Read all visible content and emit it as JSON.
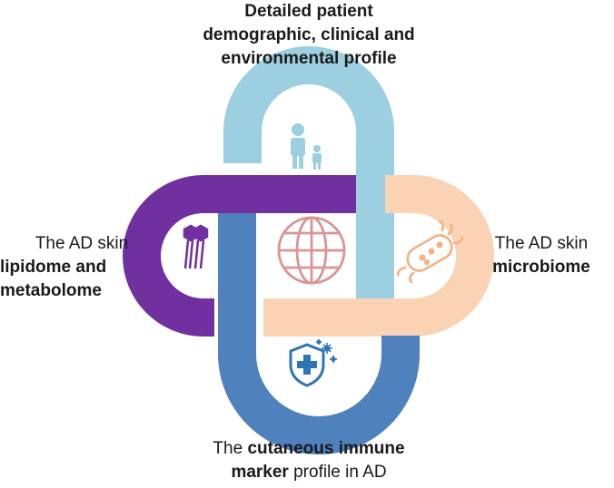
{
  "diagram": {
    "top": {
      "lines": [
        "Detailed patient",
        "demographic, clinical and",
        "environmental profile"
      ]
    },
    "left": {
      "line1": "The AD skin",
      "line2": "lipidome and",
      "line3": "metabolome"
    },
    "right": {
      "line1": "The AD skin",
      "line2": "microbiome"
    },
    "bottom": {
      "line1_plain": "The ",
      "line1_bold": "cutaneous immune",
      "line2_bold": "marker",
      "line2_plain": " profile in AD"
    },
    "colors": {
      "top_loop": "#9ccfe0",
      "left_loop": "#7030a0",
      "right_loop": "#f9d3b3",
      "bottom_loop": "#4f81bd",
      "globe": "#d99594",
      "person_icon": "#9ccfe0",
      "lipid_icon": "#7030a0",
      "bacteria_icon": "#f4b183",
      "shield_icon": "#2e75b6"
    },
    "icons": [
      "person-child-icon",
      "lipid-molecule-icon",
      "globe-icon",
      "bacteria-icon",
      "shield-plus-icon"
    ]
  }
}
